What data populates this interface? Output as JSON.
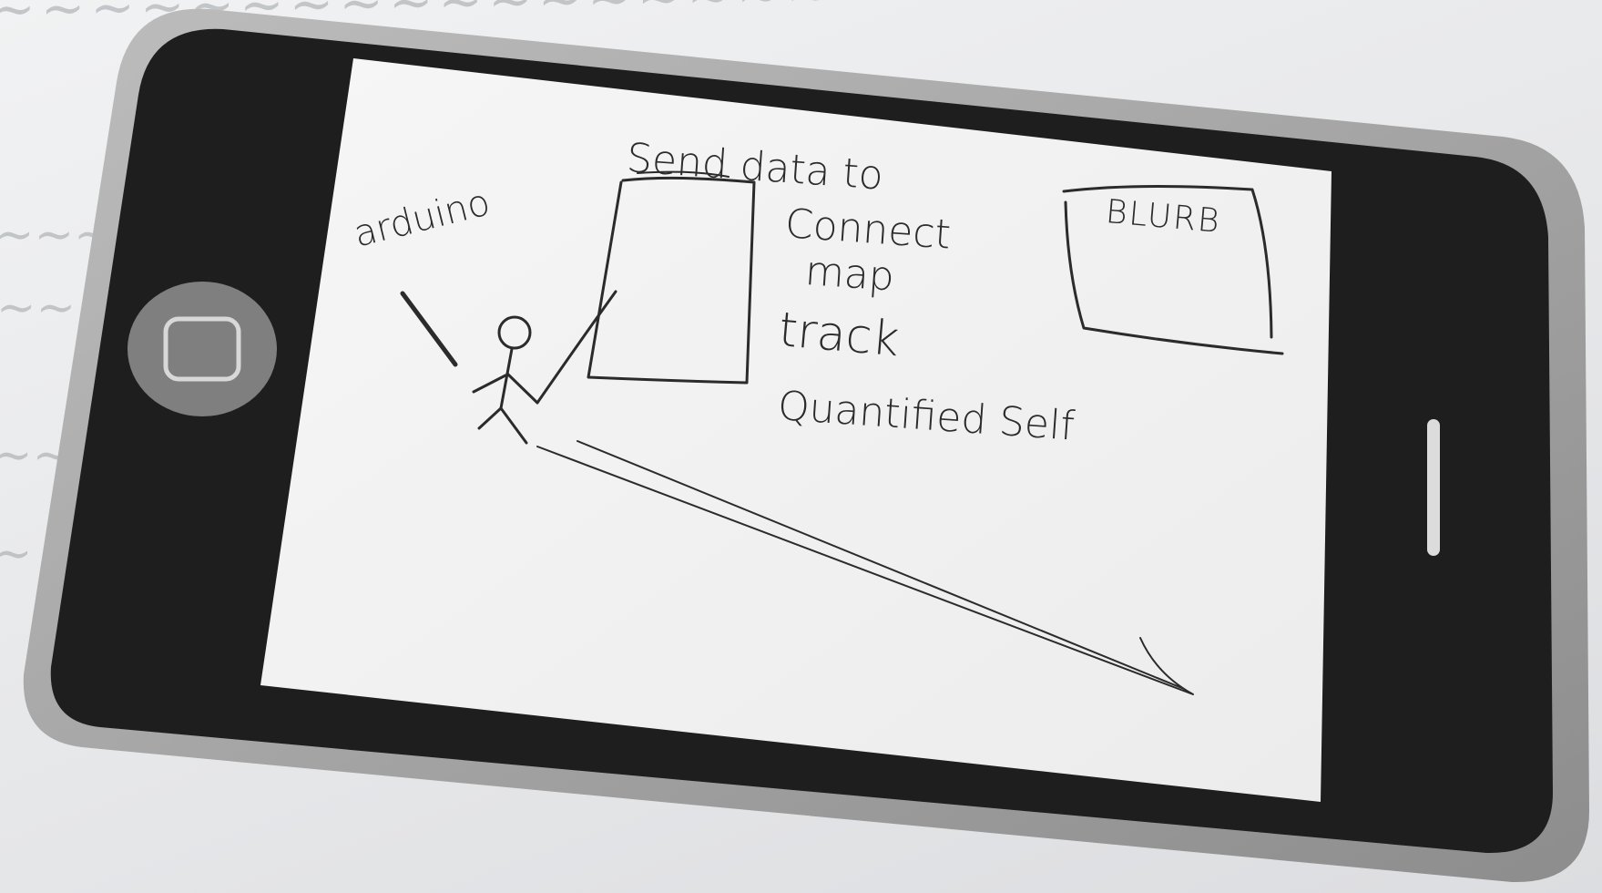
{
  "sketch": {
    "arduino": "arduino",
    "send_data_to": "Send data to",
    "connect": "Connect",
    "map": "map",
    "track": "track",
    "quantified_self": "Quantified Self",
    "blurb": "BLURB"
  },
  "colors": {
    "phone_body": "#1e1e1e",
    "phone_rim": "#9c9c9c",
    "screen": "#f4f4f4",
    "ink": "#2b2b2b",
    "paper": "#e9eaec"
  },
  "icons": {
    "home_button": "home-button-icon",
    "speaker": "speaker-slot-icon"
  }
}
